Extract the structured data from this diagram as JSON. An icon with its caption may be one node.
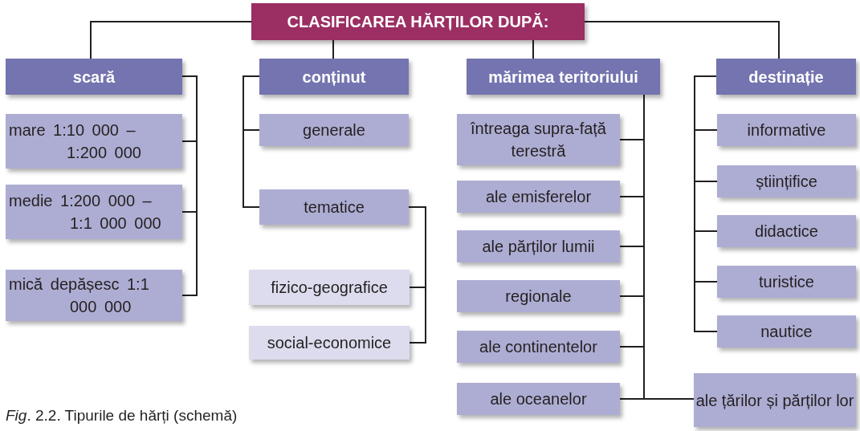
{
  "diagram": {
    "caption": "*Fig*. 2.2. Tipurile de hărți (schemă)",
    "nodes": [
      {
        "text": [
          "CLASIFICAREA HĂRȚILOR DUPĂ:"
        ]
      },
      {
        "text": [
          "scară"
        ]
      },
      {
        "text": [
          "conținut"
        ]
      },
      {
        "text": [
          "mărimea teritoriului"
        ]
      },
      {
        "text": [
          "destinație"
        ]
      },
      {
        "text": [
          "mare 1:10 000 – 1:200 000"
        ]
      },
      {
        "text": [
          "medie 1:200 000 – 1:1 000 000"
        ]
      },
      {
        "text": [
          "mică depășesc 1:1 000 000"
        ]
      },
      {
        "text": [
          "generale"
        ]
      },
      {
        "text": [
          "tematice"
        ]
      },
      {
        "text": [
          "fizico-geografice"
        ]
      },
      {
        "text": [
          "social-economice"
        ]
      },
      {
        "text": [
          "întreaga supra-față terestră"
        ]
      },
      {
        "text": [
          "ale emisferelor"
        ]
      },
      {
        "text": [
          "ale părților lumii"
        ]
      },
      {
        "text": [
          "regionale"
        ]
      },
      {
        "text": [
          "ale continentelor"
        ]
      },
      {
        "text": [
          "ale oceanelor"
        ]
      },
      {
        "text": [
          "ale țărilor și părților lor"
        ]
      },
      {
        "text": [
          "informative"
        ]
      },
      {
        "text": [
          "științifice"
        ]
      },
      {
        "text": [
          "didactice"
        ]
      },
      {
        "text": [
          "turistice"
        ]
      },
      {
        "text": [
          "nautice"
        ]
      }
    ],
    "edges": [
      {
        "from": 0,
        "to": 1,
        "arrow": "none"
      },
      {
        "from": 0,
        "to": 2,
        "arrow": "none"
      },
      {
        "from": 0,
        "to": 3,
        "arrow": "none"
      },
      {
        "from": 0,
        "to": 4,
        "arrow": "none"
      },
      {
        "from": 1,
        "to": 5,
        "arrow": "none"
      },
      {
        "from": 1,
        "to": 6,
        "arrow": "none"
      },
      {
        "from": 1,
        "to": 7,
        "arrow": "none"
      },
      {
        "from": 2,
        "to": 8,
        "arrow": "none"
      },
      {
        "from": 2,
        "to": 9,
        "arrow": "none"
      },
      {
        "from": 9,
        "to": 10,
        "arrow": "none"
      },
      {
        "from": 9,
        "to": 11,
        "arrow": "none"
      },
      {
        "from": 3,
        "to": 12,
        "arrow": "none"
      },
      {
        "from": 3,
        "to": 13,
        "arrow": "none"
      },
      {
        "from": 3,
        "to": 14,
        "arrow": "none"
      },
      {
        "from": 3,
        "to": 15,
        "arrow": "none"
      },
      {
        "from": 3,
        "to": 16,
        "arrow": "none"
      },
      {
        "from": 3,
        "to": 17,
        "arrow": "none"
      },
      {
        "from": 3,
        "to": 18,
        "arrow": "none"
      },
      {
        "from": 4,
        "to": 19,
        "arrow": "none"
      },
      {
        "from": 4,
        "to": 20,
        "arrow": "none"
      },
      {
        "from": 4,
        "to": 21,
        "arrow": "none"
      },
      {
        "from": 4,
        "to": 22,
        "arrow": "none"
      },
      {
        "from": 4,
        "to": 23,
        "arrow": "none"
      }
    ]
  }
}
